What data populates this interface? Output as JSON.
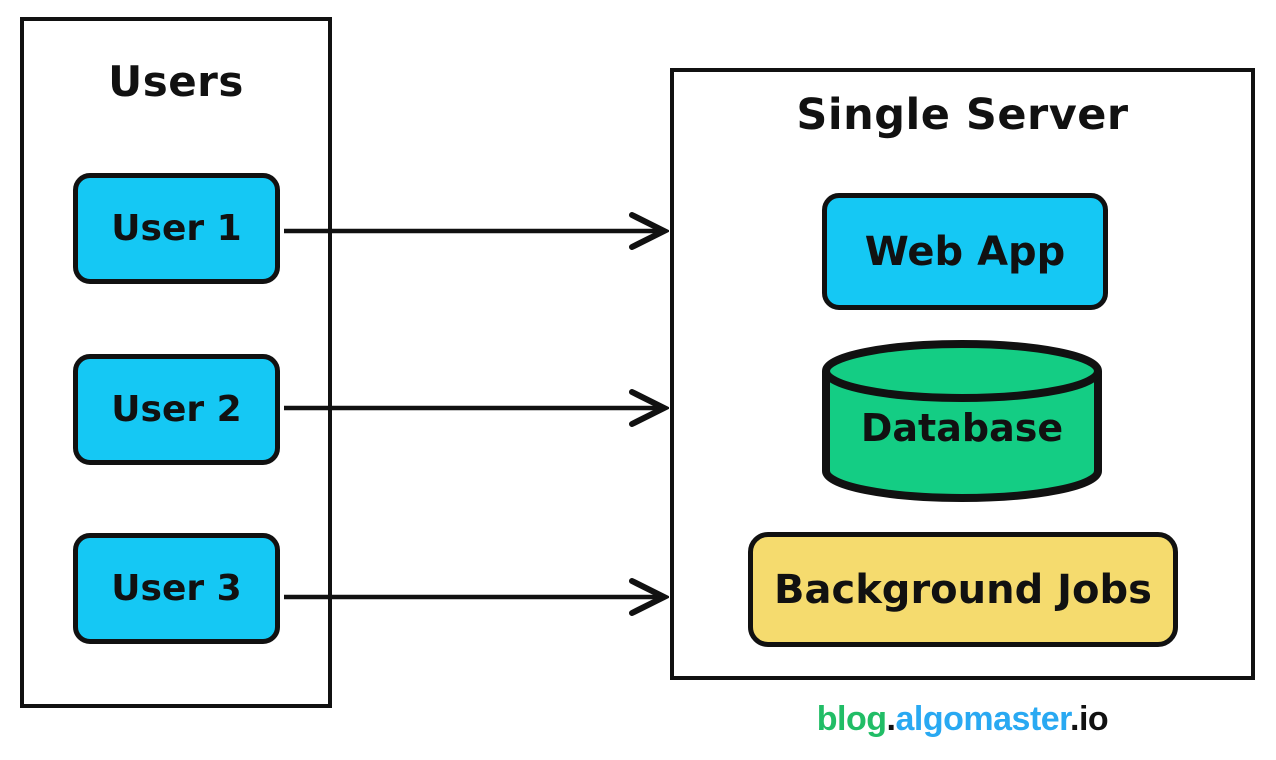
{
  "users_panel": {
    "title": "Users",
    "nodes": [
      {
        "label": "User 1"
      },
      {
        "label": "User 2"
      },
      {
        "label": "User 3"
      }
    ]
  },
  "server_panel": {
    "title": "Single Server",
    "nodes": [
      {
        "label": "Web App",
        "shape": "rounded-box"
      },
      {
        "label": "Database",
        "shape": "cylinder"
      },
      {
        "label": "Background Jobs",
        "shape": "rounded-box"
      }
    ]
  },
  "connections": [
    {
      "from": "User 1",
      "to": "Single Server"
    },
    {
      "from": "User 2",
      "to": "Single Server"
    },
    {
      "from": "User 3",
      "to": "Single Server"
    }
  ],
  "colors": {
    "node_cyan": "#15C8F4",
    "database_green": "#14CD84",
    "jobs_yellow": "#F5DB6E",
    "outline_black": "#111111",
    "watermark_green": "#21BD66",
    "watermark_blue": "#29A9F2",
    "watermark_dark": "#111111"
  },
  "watermark": {
    "segments": [
      {
        "text": "blog"
      },
      {
        "text": "."
      },
      {
        "text": "algomaster"
      },
      {
        "text": "."
      },
      {
        "text": "io"
      }
    ]
  }
}
